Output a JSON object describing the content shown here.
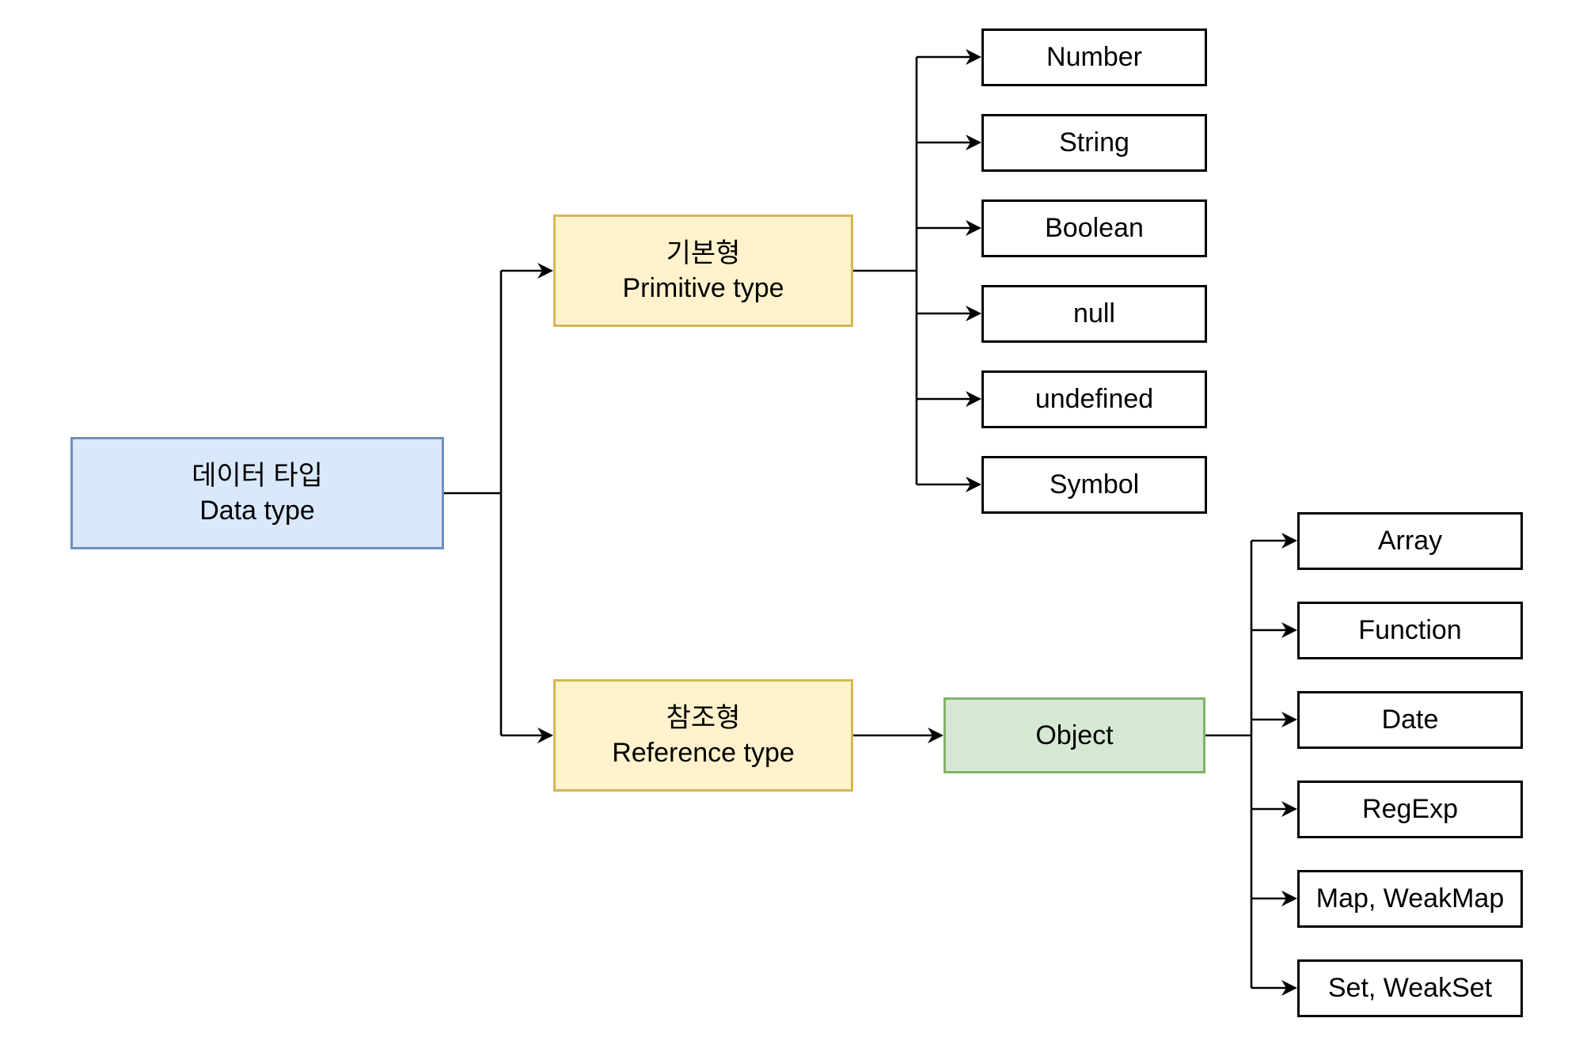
{
  "root": {
    "line1": "데이터 타입",
    "line2": "Data type",
    "fill": "#dae8fc",
    "stroke": "#6c8ebf"
  },
  "primitive": {
    "line1": "기본형",
    "line2": "Primitive type",
    "fill": "#fff2cc",
    "stroke": "#d6b656",
    "children": [
      "Number",
      "String",
      "Boolean",
      "null",
      "undefined",
      "Symbol"
    ]
  },
  "reference": {
    "line1": "참조형",
    "line2": "Reference type",
    "fill": "#fff2cc",
    "stroke": "#d6b656"
  },
  "object": {
    "label": "Object",
    "fill": "#d5e8d4",
    "stroke": "#82b366",
    "children": [
      "Array",
      "Function",
      "Date",
      "RegExp",
      "Map, WeakMap",
      "Set, WeakSet"
    ]
  }
}
